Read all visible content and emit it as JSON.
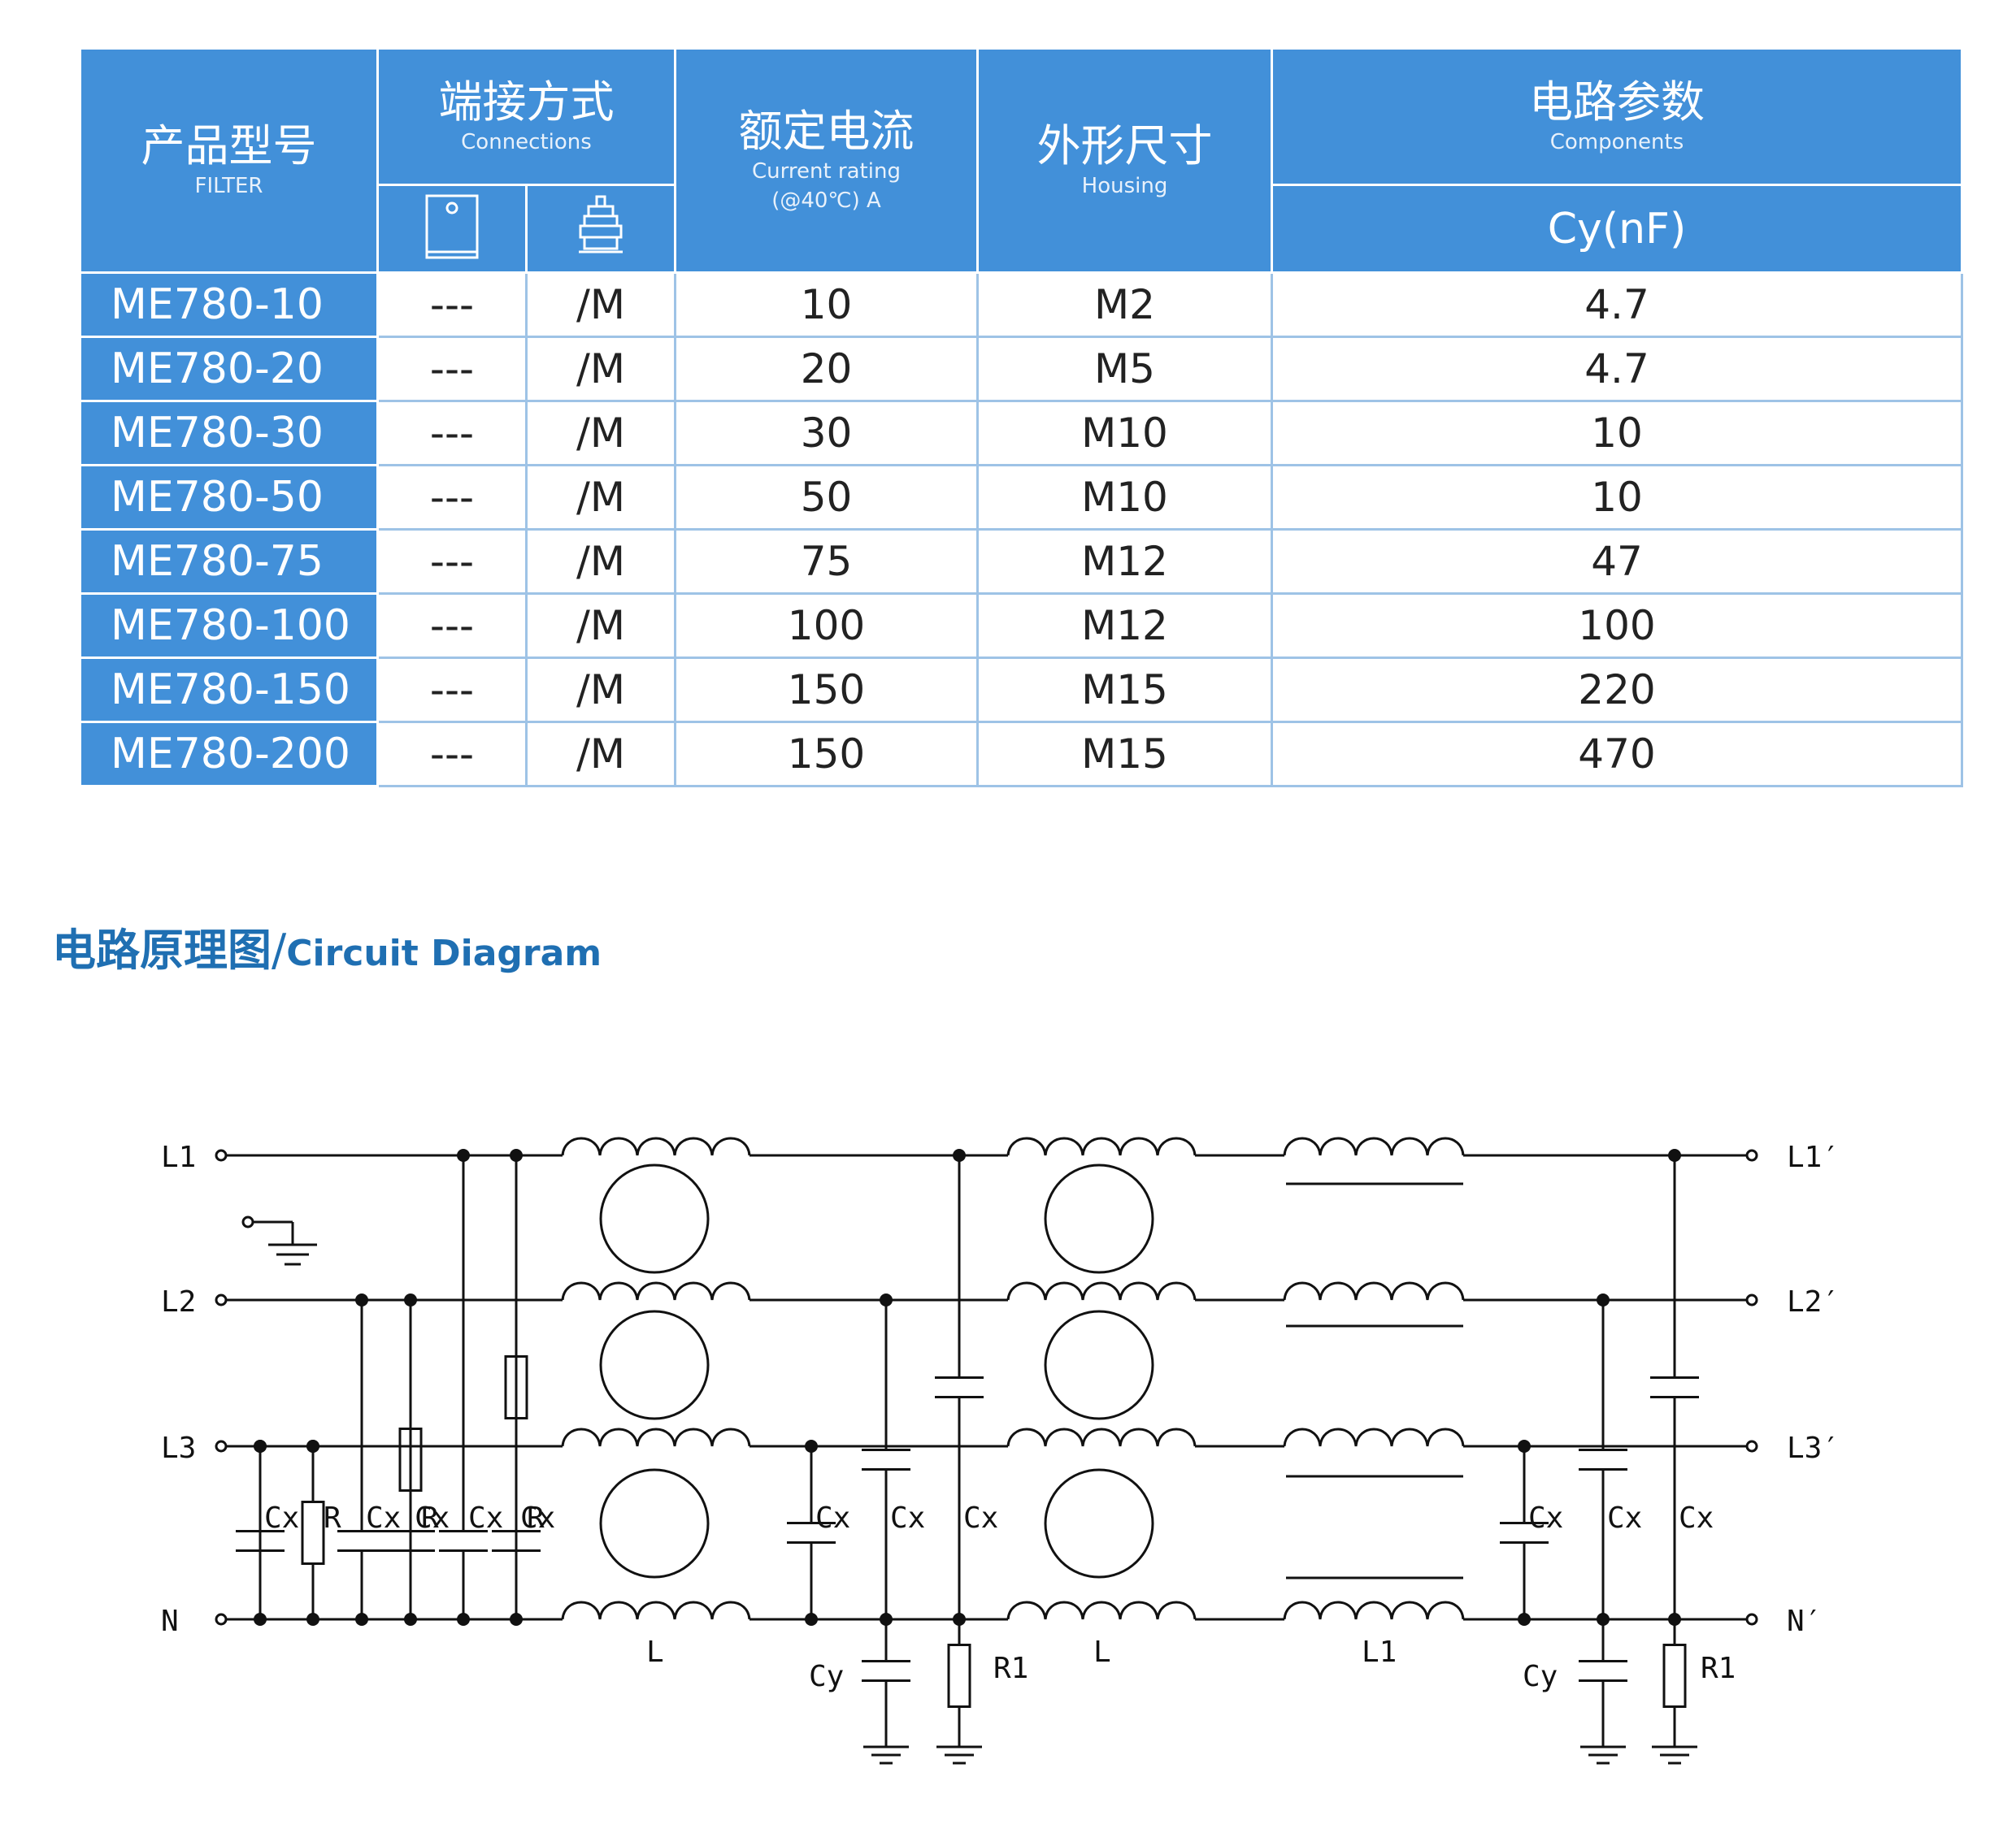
{
  "table": {
    "headers": {
      "filter_cn": "产品型号",
      "filter_en": "FILTER",
      "connections_cn": "端接方式",
      "connections_en": "Connections",
      "current_cn": "额定电流",
      "current_en": "Current rating",
      "current_unit": "(@40℃)  A",
      "housing_cn": "外形尺寸",
      "housing_en": "Housing",
      "components_cn": "电路参数",
      "components_en": "Components",
      "cy": "Cy(nF)",
      "conn_icon_1": "terminal-block-icon",
      "conn_icon_2": "stud-terminal-icon"
    },
    "rows": [
      {
        "model": "ME780-10",
        "conn1": "---",
        "conn2": "/M",
        "current": "10",
        "housing": "M2",
        "cy": "4.7"
      },
      {
        "model": "ME780-20",
        "conn1": "---",
        "conn2": "/M",
        "current": "20",
        "housing": "M5",
        "cy": "4.7"
      },
      {
        "model": "ME780-30",
        "conn1": "---",
        "conn2": "/M",
        "current": "30",
        "housing": "M10",
        "cy": "10"
      },
      {
        "model": "ME780-50",
        "conn1": "---",
        "conn2": "/M",
        "current": "50",
        "housing": "M10",
        "cy": "10"
      },
      {
        "model": "ME780-75",
        "conn1": "---",
        "conn2": "/M",
        "current": "75",
        "housing": "M12",
        "cy": "47"
      },
      {
        "model": "ME780-100",
        "conn1": "---",
        "conn2": "/M",
        "current": "100",
        "housing": "M12",
        "cy": "100"
      },
      {
        "model": "ME780-150",
        "conn1": "---",
        "conn2": "/M",
        "current": "150",
        "housing": "M15",
        "cy": "220"
      },
      {
        "model": "ME780-200",
        "conn1": "---",
        "conn2": "/M",
        "current": "150",
        "housing": "M15",
        "cy": "470"
      }
    ]
  },
  "section": {
    "title_cn": "电路原理图",
    "separator": "/",
    "title_en": "Circuit Diagram"
  },
  "circuit": {
    "inputs": [
      "L1",
      "L2",
      "L3",
      "N"
    ],
    "outputs": [
      "L1′",
      "L2′",
      "L3′",
      "N′"
    ],
    "cx": "Cx",
    "r": "R",
    "cy": "Cy",
    "r1": "R1",
    "l": "L",
    "l1": "L1"
  },
  "colors": {
    "header_blue": "#4290d9",
    "grid": "#9ec3e6",
    "title_blue": "#1f6fb2"
  }
}
